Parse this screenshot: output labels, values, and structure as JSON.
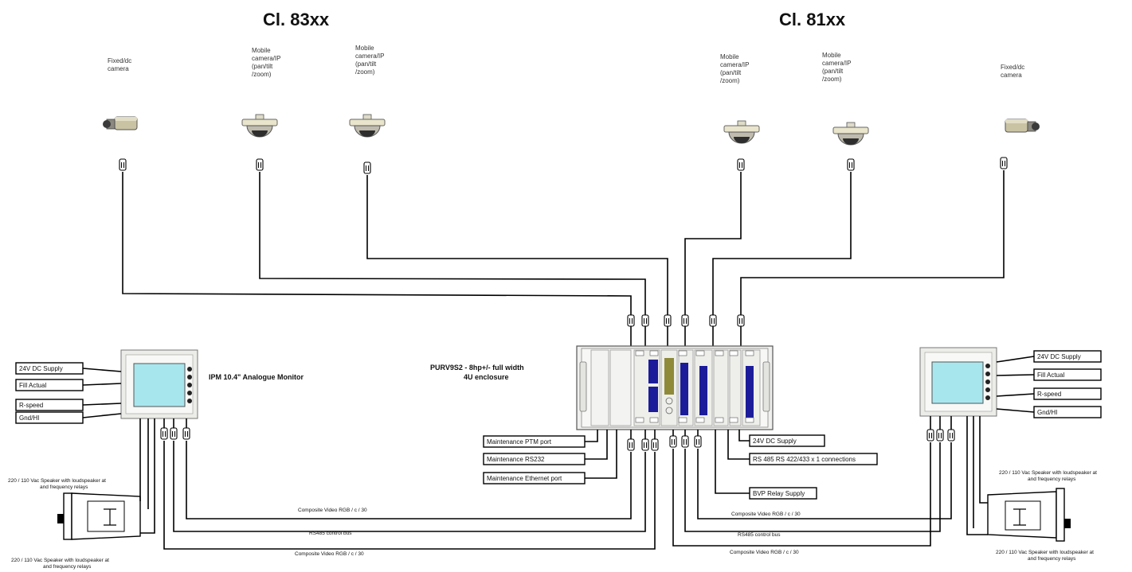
{
  "titles": {
    "left": "Cl. 83xx",
    "right": "Cl. 81xx"
  },
  "cameras": {
    "left_fixed": {
      "label_1": "Fixed/dc",
      "label_2": "camera",
      "icon": "fixed-camera-icon"
    },
    "left_dome_1": {
      "label_1": "Mobile",
      "label_2": "camera/IP",
      "label_3": "(pan/tilt",
      "label_4": "/zoom)",
      "icon": "dome-camera-icon"
    },
    "left_dome_2": {
      "label_1": "Mobile",
      "label_2": "camera/IP",
      "label_3": "(pan/tilt",
      "label_4": "/zoom)",
      "icon": "dome-camera-icon"
    },
    "right_dome_1": {
      "label_1": "Mobile",
      "label_2": "camera/IP",
      "label_3": "(pan/tilt",
      "label_4": "/zoom)",
      "icon": "dome-camera-icon"
    },
    "right_dome_2": {
      "label_1": "Mobile",
      "label_2": "camera/IP",
      "label_3": "(pan/tilt",
      "label_4": "/zoom)",
      "icon": "dome-camera-icon"
    },
    "right_fixed": {
      "label_1": "Fixed/dc",
      "label_2": "camera",
      "icon": "fixed-camera-icon"
    }
  },
  "left_monitor": {
    "label": "IPM 10.4\" Analogue Monitor",
    "inputs": [
      "24V DC Supply",
      "Fill Actual",
      "R-speed",
      "Gnd/HI"
    ]
  },
  "right_monitor": {
    "inputs": [
      "24V DC Supply",
      "Fill Actual",
      "R-speed",
      "Gnd/HI"
    ]
  },
  "enclosure": {
    "label_1": "PURV9S2 - 8hp+/- full width",
    "label_2": "4U enclosure",
    "left_ports": [
      "Maintenance PTM port",
      "Maintenance RS232",
      "Maintenance Ethernet port"
    ],
    "right_ports": [
      "24V DC Supply",
      "RS 485 RS 422/433 x 1 connections",
      "BVP Relay Supply"
    ]
  },
  "speakers": {
    "left_top": {
      "line_1": "220 / 110 Vac Speaker with loudspeaker at",
      "line_2": "and frequency relays"
    },
    "left_bottom": {
      "line_1": "220 / 110 Vac Speaker with loudspeaker at",
      "line_2": "and frequency relays"
    },
    "right_top": {
      "line_1": "220 / 110 Vac Speaker with loudspeaker at",
      "line_2": "and frequency relays"
    },
    "right_bottom": {
      "line_1": "220 / 110 Vac Speaker with loudspeaker at",
      "line_2": "and frequency relays"
    }
  },
  "cable_labels": {
    "left_1": "Composite Video RGB / c / 30",
    "left_2": "RS485 control bus",
    "left_3": "Composite Video RGB / c / 30",
    "right_1": "Composite Video RGB / c / 30",
    "right_2": "RS485 control bus",
    "right_3": "Composite Video RGB / c / 30"
  }
}
